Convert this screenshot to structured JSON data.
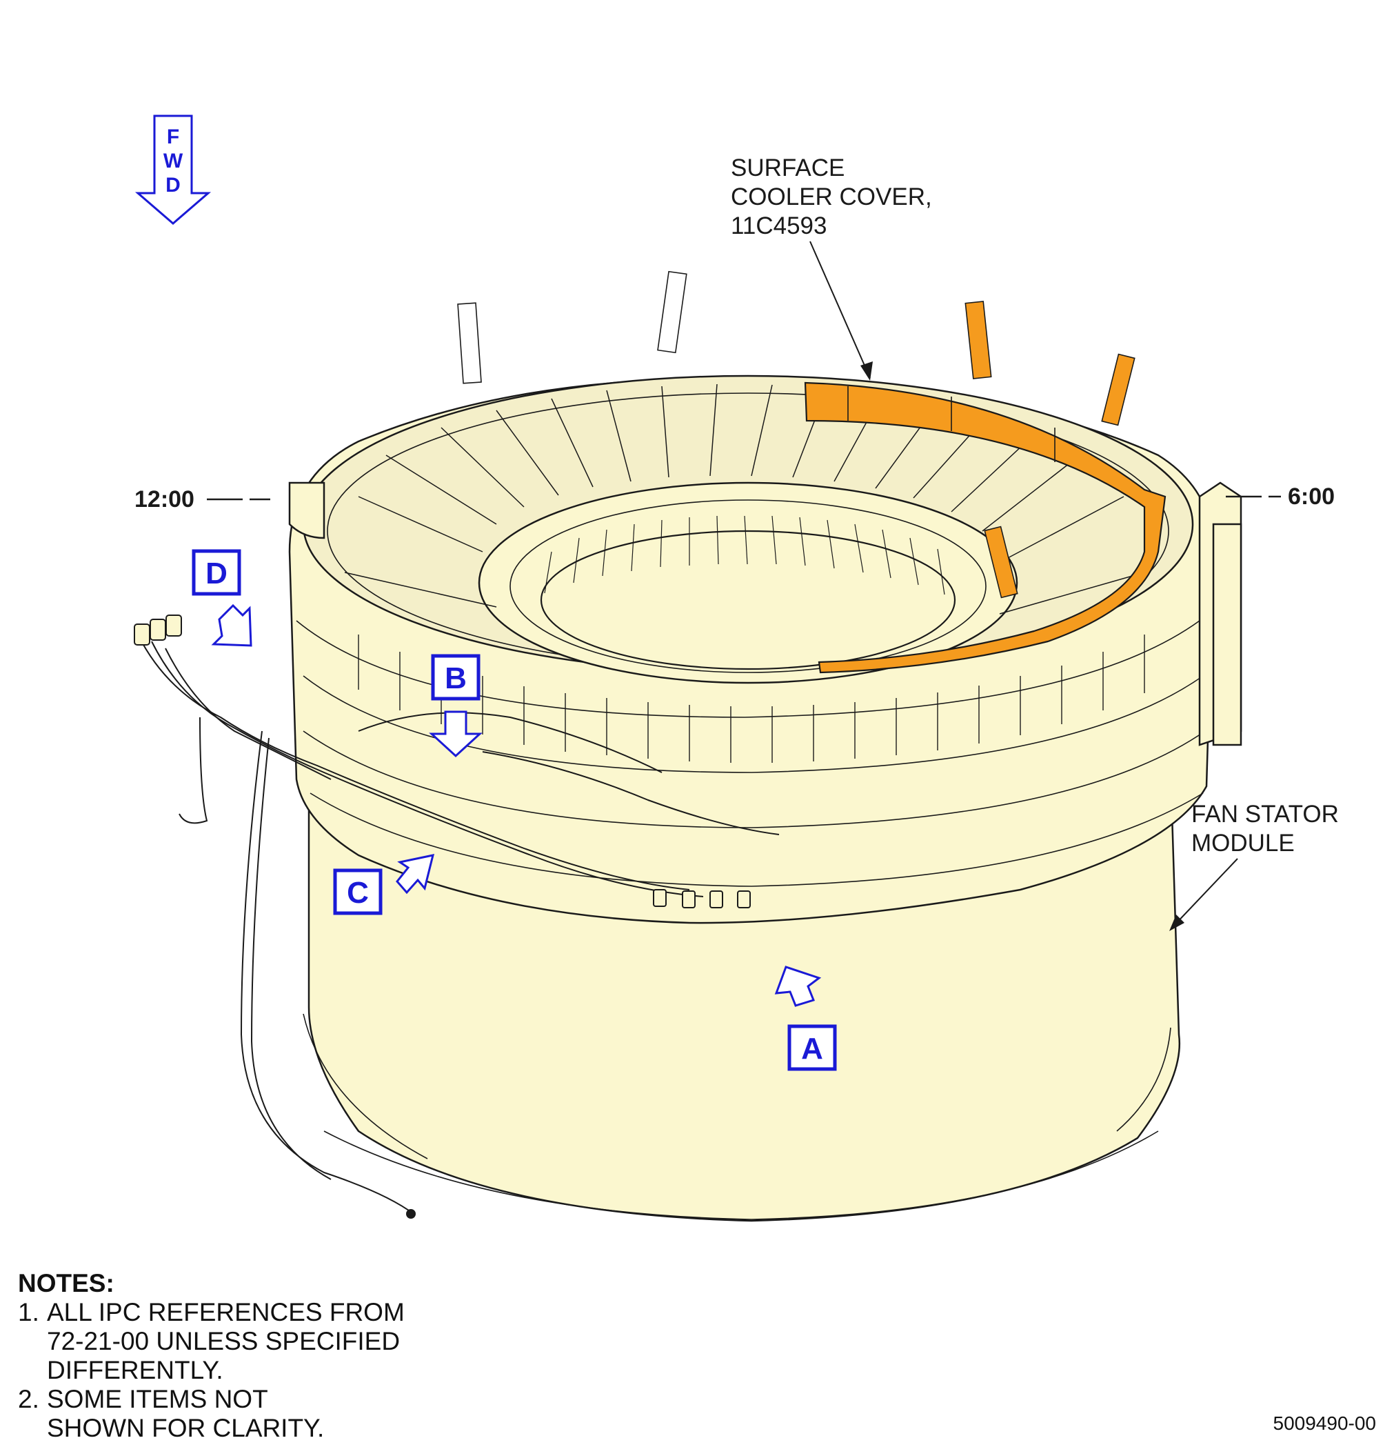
{
  "fwd_arrow": {
    "letters": [
      "F",
      "W",
      "D"
    ]
  },
  "clock_positions": {
    "left": "12:00",
    "right": "6:00"
  },
  "labels": {
    "surface_cooler": [
      "SURFACE",
      "COOLER COVER,",
      "11C4593"
    ],
    "fan_stator": [
      "FAN STATOR",
      "MODULE"
    ]
  },
  "callouts": {
    "a": "A",
    "b": "B",
    "c": "C",
    "d": "D"
  },
  "notes": {
    "title": "NOTES:",
    "items": [
      {
        "num": "1.",
        "lines": [
          "ALL IPC REFERENCES FROM",
          "72-21-00 UNLESS SPECIFIED",
          "DIFFERENTLY."
        ]
      },
      {
        "num": "2.",
        "lines": [
          "SOME ITEMS NOT",
          "SHOWN FOR CLARITY."
        ]
      }
    ]
  },
  "figure_number": "5009490-00",
  "colors": {
    "body_fill": "#fbf7cf",
    "highlight": "#f59b1e",
    "callout": "#1a1ad6"
  }
}
